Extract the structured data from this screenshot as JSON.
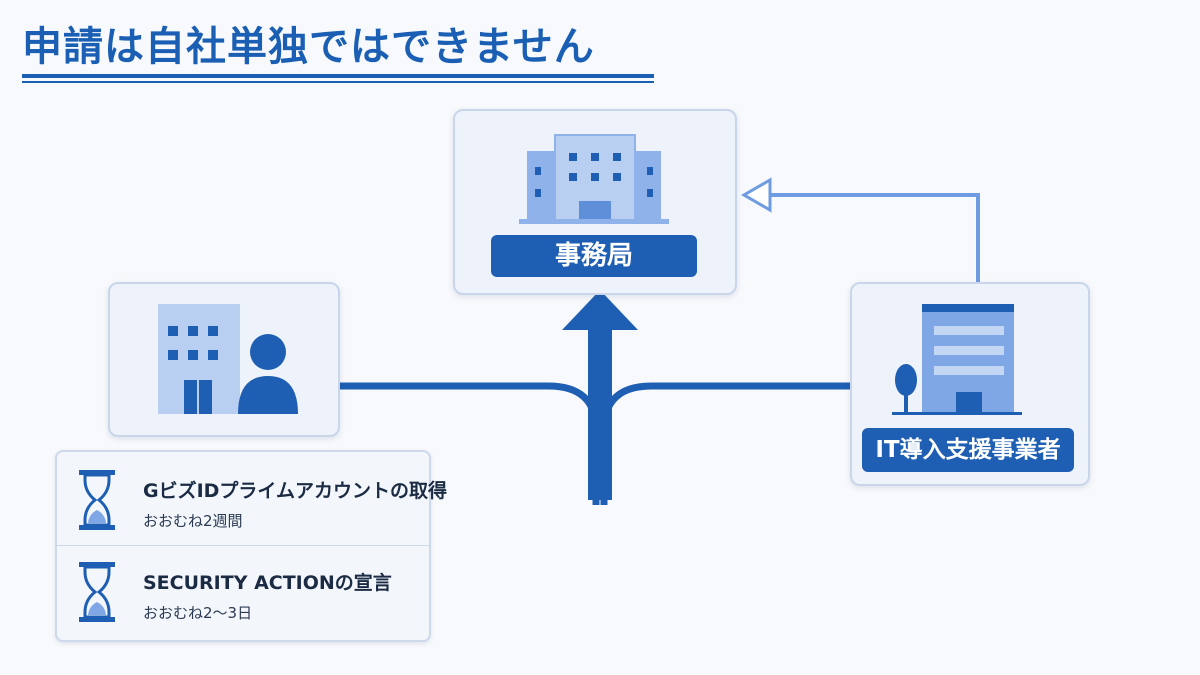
{
  "title": "申請は自社単独ではできません",
  "nodes": {
    "office": {
      "label": "事務局",
      "icon": "government-building-icon"
    },
    "applicant": {
      "icon": "company-with-person-icon"
    },
    "vendor": {
      "label": "IT導入支援事業者",
      "icon": "office-building-with-tree-icon"
    }
  },
  "requirements": [
    {
      "title": "GビズIDプライムアカウントの取得",
      "duration": "おおむね2週間",
      "icon": "hourglass-icon"
    },
    {
      "title": "SECURITY ACTIONの宣言",
      "duration": "おおむね2〜3日",
      "icon": "hourglass-icon"
    }
  ],
  "colors": {
    "primary": "#1f5fb3",
    "light": "#7fa7e6",
    "card_bg": "#eef3fb"
  }
}
